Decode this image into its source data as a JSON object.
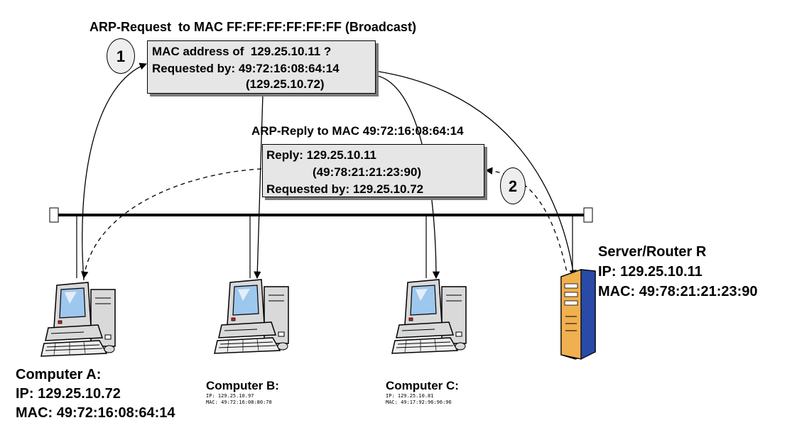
{
  "request": {
    "title": "ARP-Request  to MAC FF:FF:FF:FF:FF:FF (Broadcast)",
    "line1": "MAC address of  129.25.10.11 ?",
    "line2": "Requested by: 49:72:16:08:64:14",
    "line3": "(129.25.10.72)",
    "step": "1"
  },
  "reply": {
    "title": "ARP-Reply to MAC 49:72:16:08:64:14",
    "line1": "Reply: 129.25.10.11",
    "line2": "(49:78:21:21:23:90)",
    "line3": "Requested by: 129.25.10.72",
    "step": "2"
  },
  "nodes": {
    "computer_a": {
      "name": "Computer A:",
      "ip": "IP: 129.25.10.72",
      "mac": "MAC: 49:72:16:08:64:14"
    },
    "computer_b": {
      "name": "Computer B:",
      "ip": "IP: 129.25.10.97",
      "mac": "MAC: 49:72:16:08:80:70"
    },
    "computer_c": {
      "name": "Computer C:",
      "ip": "IP: 129.25.10.81",
      "mac": "MAC: 49:17:92:96:96:96"
    },
    "server": {
      "name": "Server/Router R",
      "ip": "IP: 129.25.10.11",
      "mac": "MAC: 49:78:21:21:23:90"
    }
  },
  "colors": {
    "box_fill": "#e6e6e6",
    "box_shadow": "#7a7a7a",
    "screen_blue": "#9ec7ee",
    "case_grey": "#d9d9d9",
    "server_blue": "#3c64c8",
    "server_orange": "#f0b050"
  }
}
